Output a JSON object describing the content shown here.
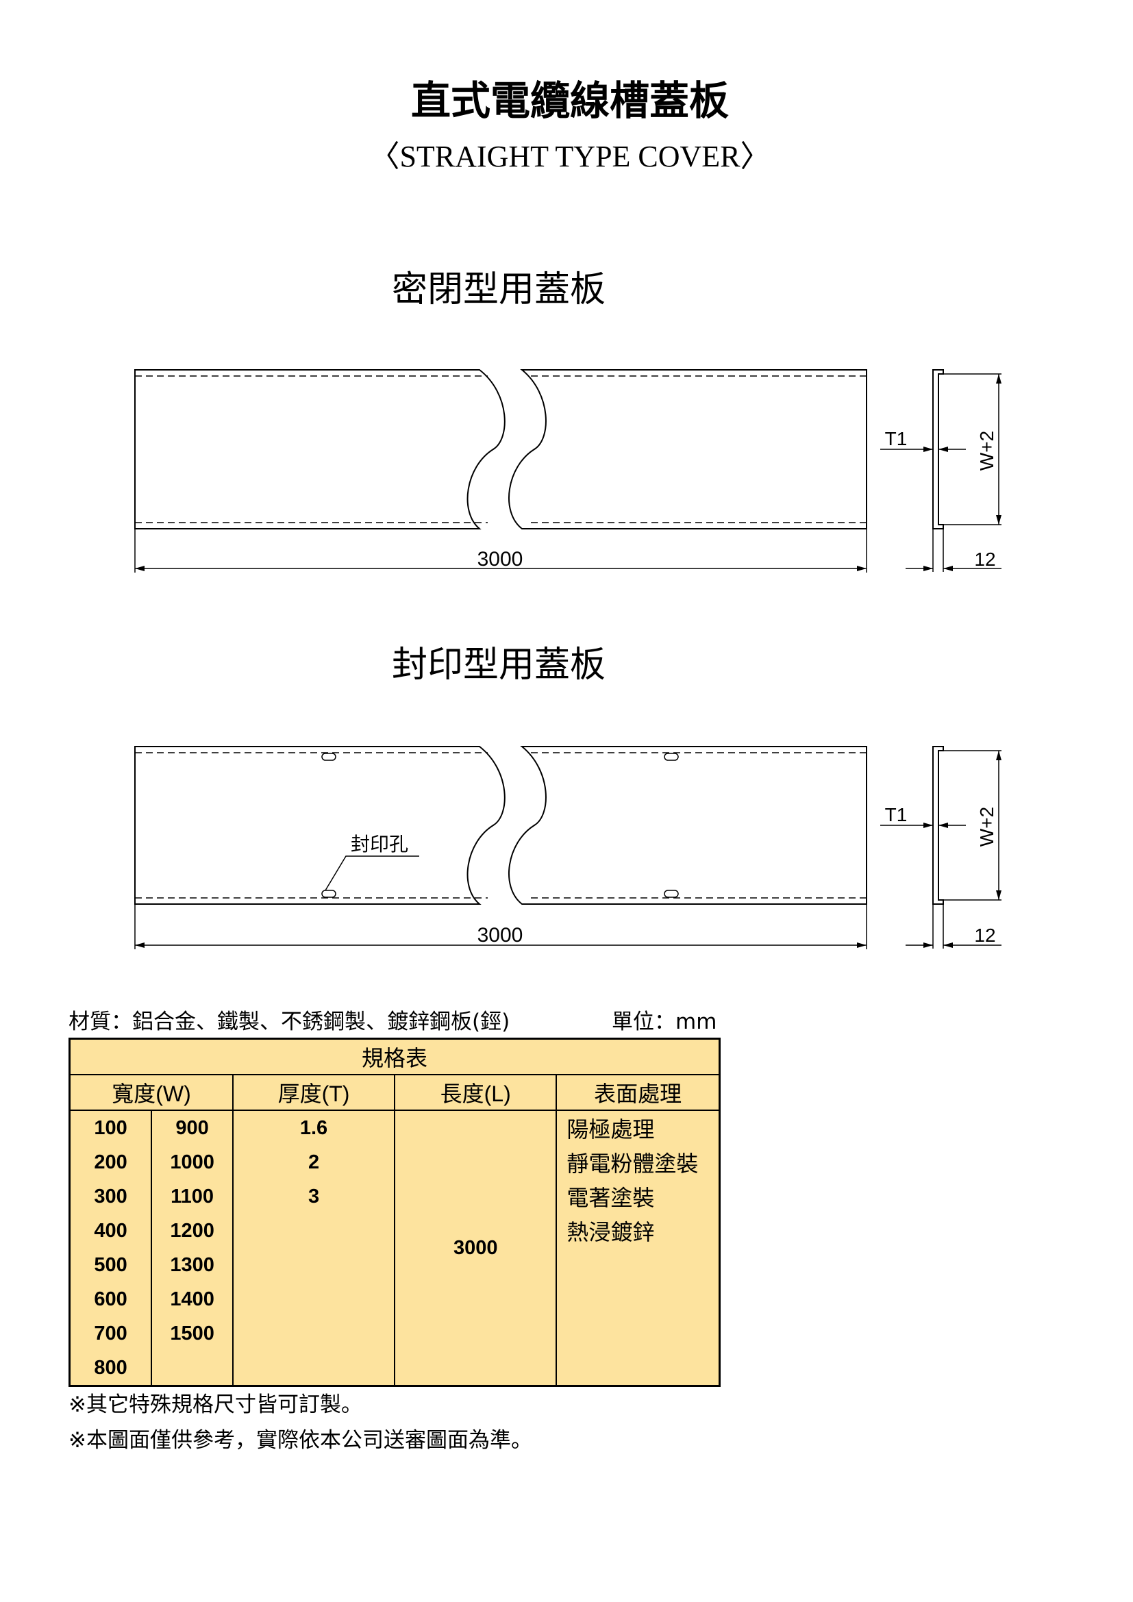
{
  "title": "直式電纜線槽蓋板",
  "subtitle": "〈STRAIGHT TYPE COVER〉",
  "sections": [
    {
      "heading": "密閉型用蓋板",
      "length": "3000",
      "thickness_label": "T1",
      "width_label": "W+2",
      "flange": "12"
    },
    {
      "heading": "封印型用蓋板",
      "length": "3000",
      "thickness_label": "T1",
      "width_label": "W+2",
      "flange": "12",
      "seal_hole_label": "封印孔"
    }
  ],
  "material": "材質：鋁合金、鐵製、不銹鋼製、鍍鋅鋼板(鋞)",
  "unit": "單位：mm",
  "table": {
    "title": "規格表",
    "headers": [
      "寬度(W)",
      "厚度(T)",
      "長度(L)",
      "表面處理"
    ],
    "width_col1": [
      "100",
      "200",
      "300",
      "400",
      "500",
      "600",
      "700",
      "800"
    ],
    "width_col2": [
      "900",
      "1000",
      "1100",
      "1200",
      "1300",
      "1400",
      "1500",
      ""
    ],
    "thickness": [
      "1.6",
      "2",
      "3",
      "",
      "",
      "",
      "",
      ""
    ],
    "length": "3000",
    "surface": [
      "陽極處理",
      "靜電粉體塗裝",
      "電著塗裝",
      "熱浸鍍鋅",
      "",
      "",
      "",
      ""
    ]
  },
  "notes": [
    "※其它特殊規格尺寸皆可訂製。",
    "※本圖面僅供參考，實際依本公司送審圖面為準。"
  ],
  "colors": {
    "table_bg": "#fde39e"
  }
}
